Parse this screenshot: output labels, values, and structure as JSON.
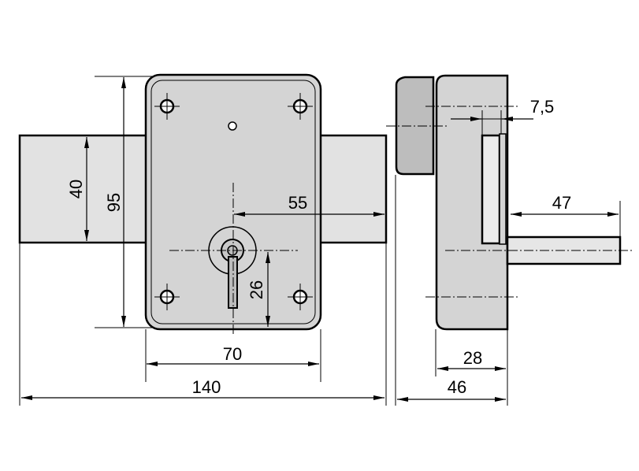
{
  "title": "Rim lock dimension drawing",
  "dimensions": {
    "bolt_height": "40",
    "case_height": "95",
    "key_to_bolt_end": "55",
    "key_offset": "26",
    "case_width": "70",
    "overall_width": "140",
    "bolt_plate": "7,5",
    "bolt_projection": "47",
    "case_depth": "28",
    "overall_depth": "46"
  },
  "colors": {
    "case": "#d4d4d4",
    "bolt": "#e2e2e2",
    "knob": "#bdbdbd",
    "line": "#000000"
  }
}
